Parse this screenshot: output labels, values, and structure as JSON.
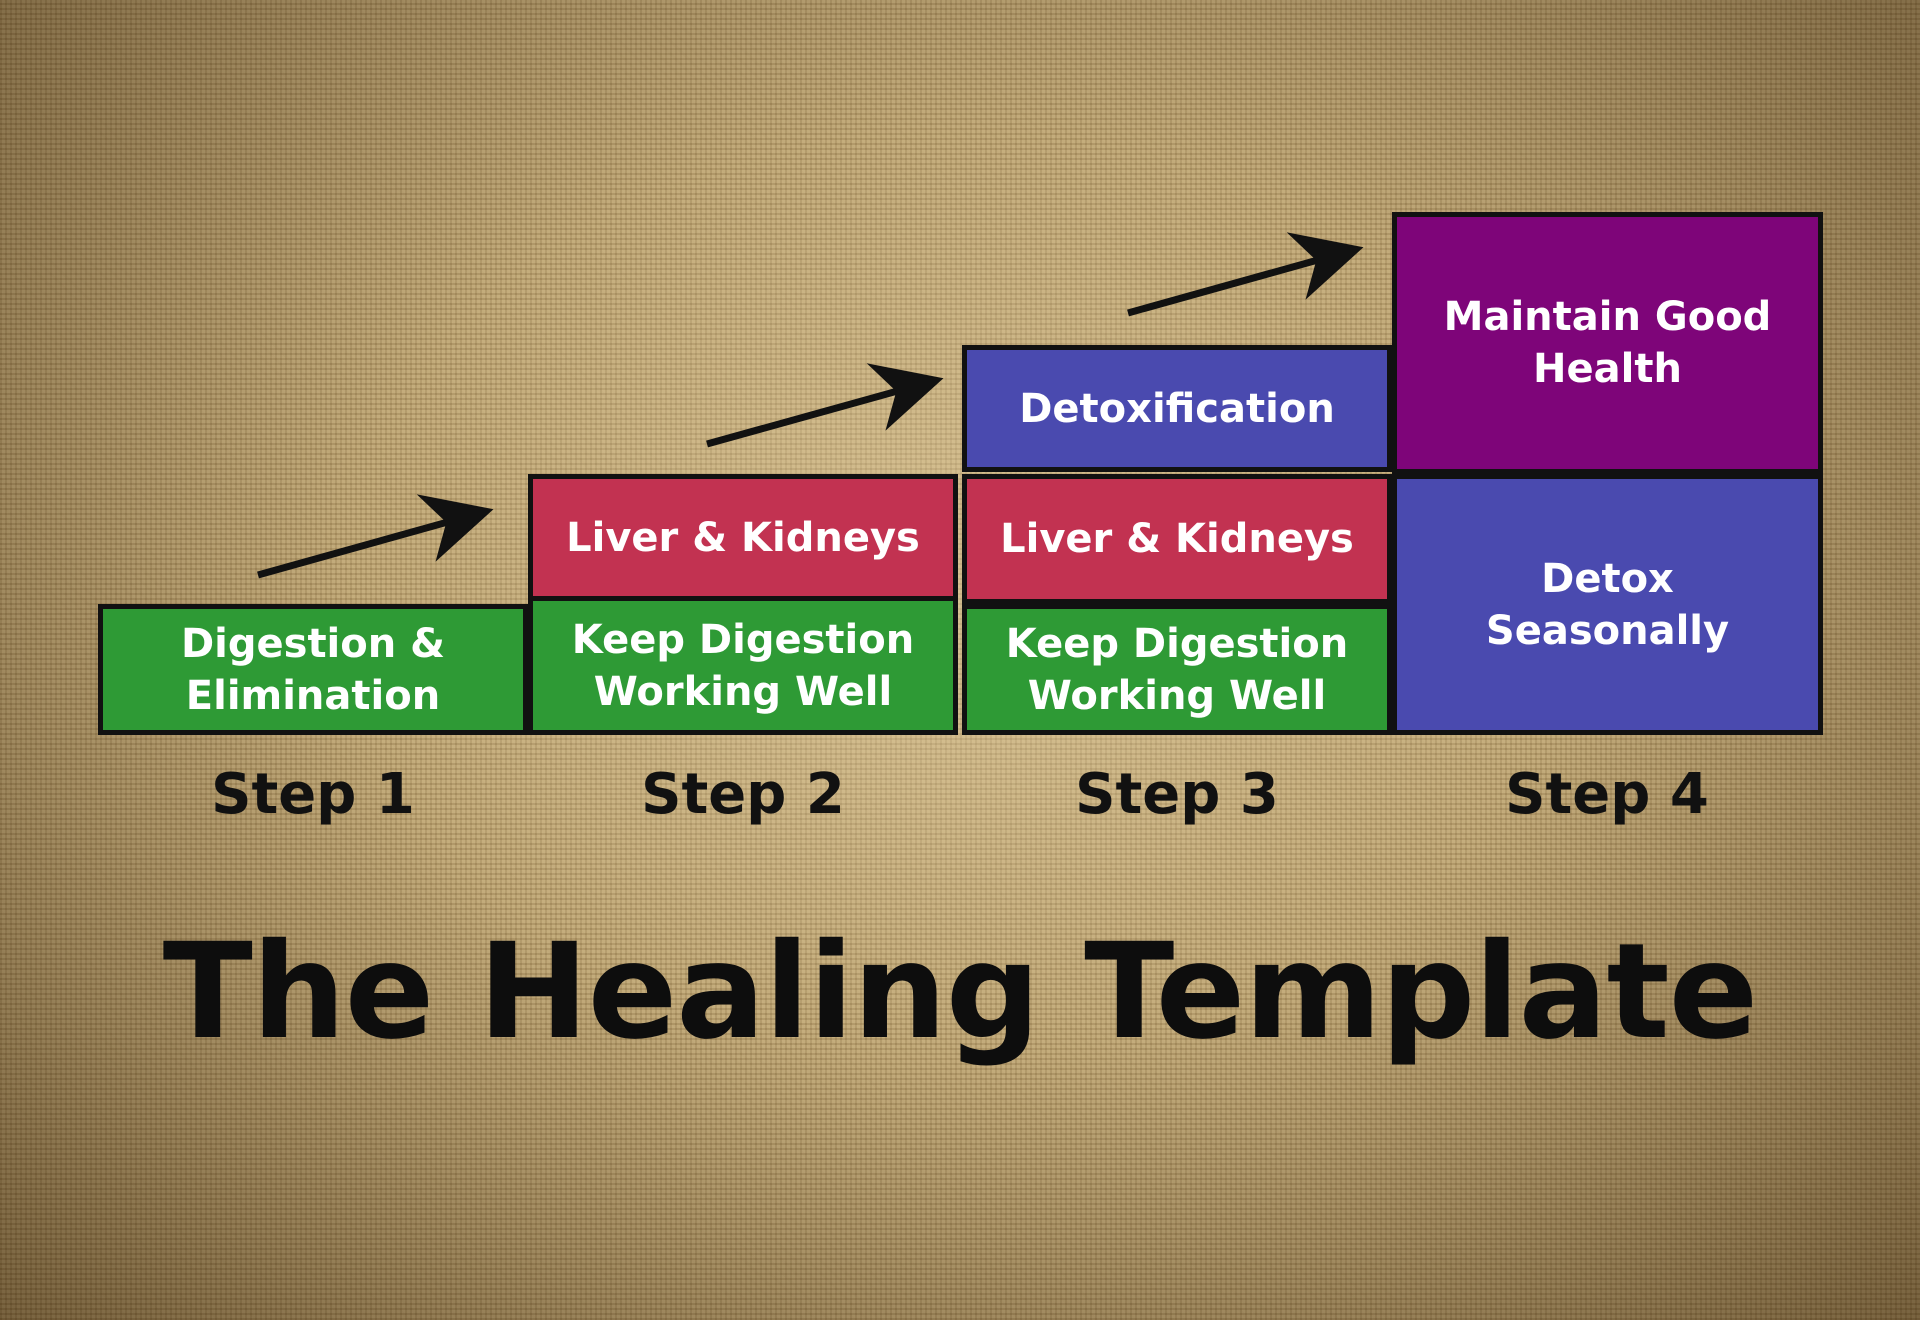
{
  "title": "The Healing Template",
  "colors": {
    "green": "#2e9a35",
    "red": "#c23251",
    "blue": "#4a4aaf",
    "purple": "#7e0579",
    "border": "#111111",
    "arrow": "#111111"
  },
  "steps": [
    {
      "label": "Step 1",
      "blocks": [
        "Digestion &\nElimination"
      ]
    },
    {
      "label": "Step 2",
      "blocks": [
        "Keep Digestion\nWorking Well",
        "Liver & Kidneys"
      ]
    },
    {
      "label": "Step 3",
      "blocks": [
        "Keep Digestion\nWorking Well",
        "Liver & Kidneys",
        "Detoxification"
      ]
    },
    {
      "label": "Step 4",
      "blocks": [
        "Detox\nSeasonally",
        "Maintain Good\nHealth"
      ]
    }
  ]
}
